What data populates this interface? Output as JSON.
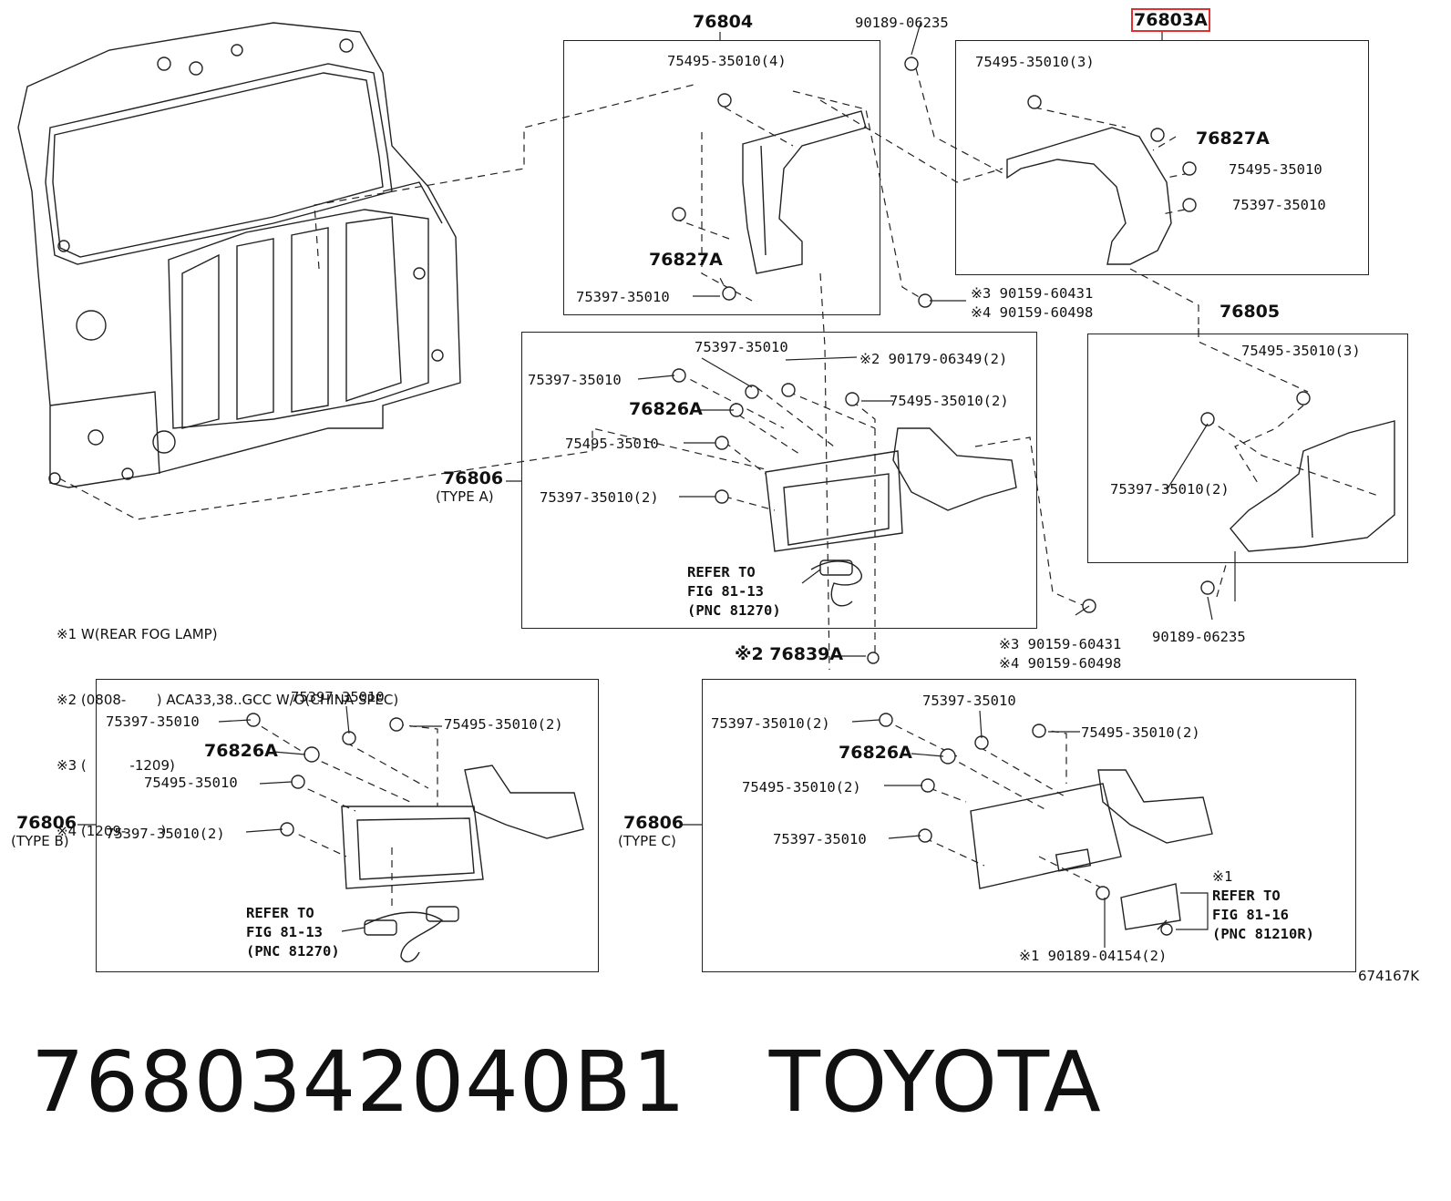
{
  "callouts": {
    "c76804": "76804",
    "c90189_06235_top": "90189-06235",
    "c76803A": "76803A",
    "b1_75495_4": "75495-35010(4)",
    "b1_76827A": "76827A",
    "b1_75397": "75397-35010",
    "b2_75495_3": "75495-35010(3)",
    "b2_76827A": "76827A",
    "b2_75495": "75495-35010",
    "b2_75397": "75397-35010",
    "mid_x3_90159_60431": "※3 90159-60431",
    "mid_x4_90159_60498": "※4 90159-60498",
    "c76805": "76805",
    "b4_75495_3": "75495-35010(3)",
    "b4_75397_2": "75397-35010(2)",
    "r_90189_06235": "90189-06235",
    "b3_75397_a": "75397-35010",
    "b3_75397_b": "75397-35010",
    "b3_x2_90179": "※2 90179-06349(2)",
    "b3_76826A": "76826A",
    "b3_75495_2": "75495-35010(2)",
    "b3_75495": "75495-35010",
    "b3_75397_2": "75397-35010(2)",
    "b3_76806": "76806",
    "b3_type": "(TYPE A)",
    "b3_refer": "REFER TO\nFIG 81-13\n(PNC 81270)",
    "low_x3_90159_60431": "※3 90159-60431",
    "low_x4_90159_60498": "※4 90159-60498",
    "x2_76839A": "※2 76839A",
    "b5_75397_a": "75397-35010",
    "b5_75397_b": "75397-35010",
    "b5_75495_2": "75495-35010(2)",
    "b5_76826A": "76826A",
    "b5_75495": "75495-35010",
    "b5_75397_2": "75397-35010(2)",
    "b5_76806": "76806",
    "b5_type": "(TYPE B)",
    "b5_refer": "REFER TO\nFIG 81-13\n(PNC 81270)",
    "b6_75397_2": "75397-35010(2)",
    "b6_75397_a": "75397-35010",
    "b6_75495_2a": "75495-35010(2)",
    "b6_76826A": "76826A",
    "b6_75495_2b": "75495-35010(2)",
    "b6_75397_b": "75397-35010",
    "b6_76806": "76806",
    "b6_type": "(TYPE C)",
    "b6_x1": "※1",
    "b6_refer": "REFER TO\nFIG 81-16\n(PNC 81210R)",
    "b6_x1_90189": "※1 90189-04154(2)",
    "fig_id": "674167K"
  },
  "notes": [
    "※1 W(REAR FOG LAMP)",
    "※2 (0808-       ) ACA33,38..GCC W/O(CHINA SPEC)",
    "※3 (          -1209)",
    "※4 (1209-        )"
  ],
  "footer": {
    "part_number": "7680342040B1",
    "brand": "TOYOTA"
  },
  "highlight_color": "#e03030"
}
